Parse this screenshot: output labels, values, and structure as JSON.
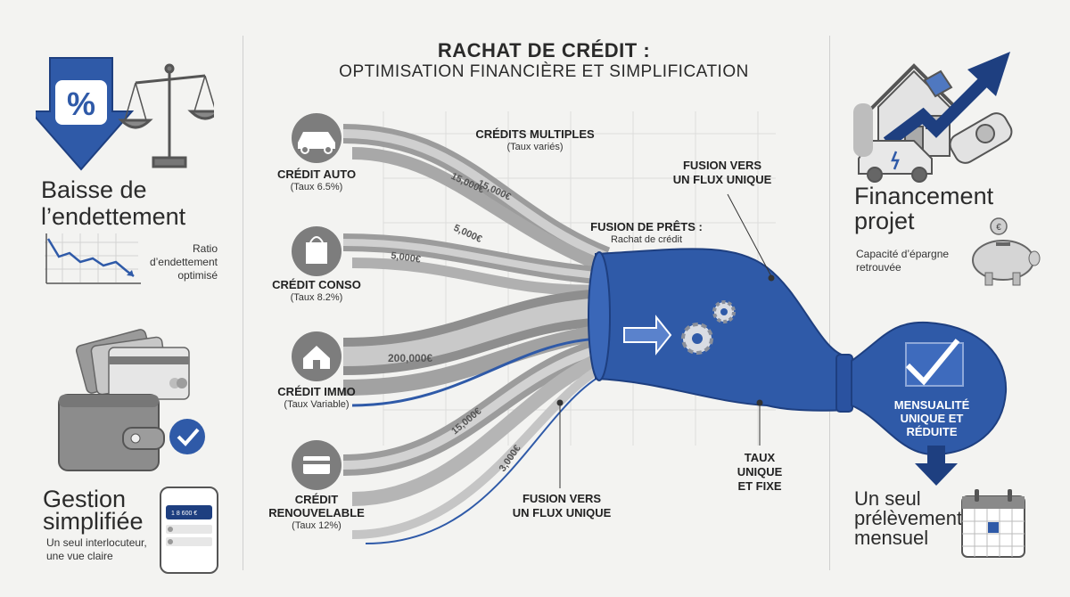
{
  "header": {
    "title": "RACHAT DE CRÉDIT :",
    "subtitle": "OPTIMISATION FINANCIÈRE ET SIMPLIFICATION"
  },
  "left_panel": {
    "debt": {
      "title_line1": "Baisse de",
      "title_line2": "l’endettement",
      "note_line1": "Ratio",
      "note_line2": "d’endettement",
      "note_line3": "optimisé",
      "percent_symbol": "%"
    },
    "management": {
      "title_line1": "Gestion",
      "title_line2": "simplifiée",
      "note_line1": "Un seul interlocuteur,",
      "note_line2": "une vue claire",
      "phone_amount": "1 8 600 €"
    }
  },
  "center": {
    "inputs_header": "CRÉDITS MULTIPLES",
    "inputs_sub": "(Taux variés)",
    "credits": [
      {
        "name": "CRÉDIT AUTO",
        "rate": "(Taux 6.5%)",
        "icon": "car-icon"
      },
      {
        "name": "CRÉDIT CONSO",
        "rate": "(Taux 8.2%)",
        "icon": "shopping-bag-icon"
      },
      {
        "name": "CRÉDIT IMMO",
        "rate": "(Taux Variable)",
        "icon": "house-icon"
      },
      {
        "name_line1": "CRÉDIT",
        "name_line2": "RENOUVELABLE",
        "rate": "(Taux 12%)",
        "icon": "card-icon"
      }
    ],
    "amounts": [
      "15,000€",
      "15,000€",
      "5,000€",
      "5,000€",
      "200,000€",
      "15,000€",
      "3,000€"
    ],
    "fusion_top_line1": "FUSION VERS",
    "fusion_top_line2": "UN FLUX UNIQUE",
    "fusion_loans_line1": "FUSION DE PRÊTS :",
    "fusion_loans_line2": "Rachat de crédit",
    "fusion_bottom_line1": "FUSION VERS",
    "fusion_bottom_line2": "UN FLUX UNIQUE",
    "rate_line1": "TAUX",
    "rate_line2": "UNIQUE",
    "rate_line3": "ET FIXE",
    "result_line1": "MENSUALITÉ",
    "result_line2": "UNIQUE ET",
    "result_line3": "RÉDUITE"
  },
  "right_panel": {
    "project": {
      "title_line1": "Financement",
      "title_line2": "projet",
      "note_line1": "Capacité d’épargne",
      "note_line2": "retrouvée",
      "coin_symbol": "€"
    },
    "debit": {
      "title_line1": "Un seul",
      "title_line2": "prélèvement",
      "title_line3": "mensuel"
    }
  },
  "colors": {
    "blue": "#2f5aa8",
    "dark_blue": "#1e3f80",
    "gray": "#8a8a8a",
    "background": "#f3f3f1"
  }
}
